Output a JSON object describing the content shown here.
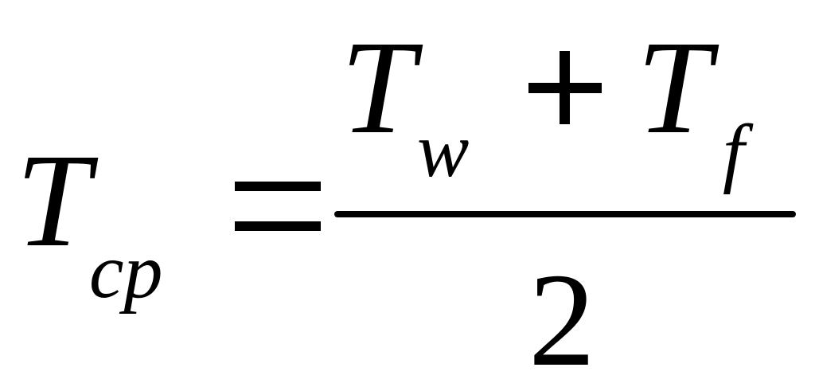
{
  "formula": {
    "lhs": {
      "base": "T",
      "subscript": "cp"
    },
    "equals": "=",
    "fraction": {
      "numerator": {
        "term1": {
          "base": "T",
          "subscript": "w"
        },
        "operator": "+",
        "term2": {
          "base": "T",
          "subscript": "f"
        }
      },
      "denominator": "2"
    }
  }
}
